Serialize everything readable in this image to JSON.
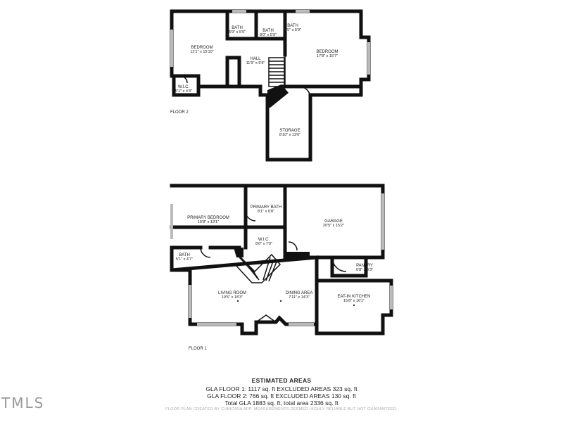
{
  "floors": [
    {
      "label": "FLOOR 2",
      "rooms": [
        {
          "name": "BATH",
          "dim": "5'9\" x 5'9\""
        },
        {
          "name": "BATH",
          "dim": "8'0\" x 5'9\""
        },
        {
          "name": "BATH",
          "dim": "8'5\" x 5'9\""
        },
        {
          "name": "BEDROOM",
          "dim": "12'1\" x 15'10\""
        },
        {
          "name": "HALL",
          "dim": "11'9\" x 9'9\""
        },
        {
          "name": "BEDROOM",
          "dim": "17'8\" x 15'7\""
        },
        {
          "name": "W.I.C.",
          "dim": "5'1\" x 4'4\""
        },
        {
          "name": "STORAGE",
          "dim": "8'10\" x 13'6\""
        }
      ]
    },
    {
      "label": "FLOOR 1",
      "rooms": [
        {
          "name": "PRIMARY BEDROOM",
          "dim": "15'8\" x 13'1\""
        },
        {
          "name": "PRIMARY BATH",
          "dim": "8'1\" x 6'8\""
        },
        {
          "name": "GARAGE",
          "dim": "20'5\" x 15'2\""
        },
        {
          "name": "W.I.C.",
          "dim": "8'0\" x 7'0\""
        },
        {
          "name": "BATH",
          "dim": "5'1\" x 4'7\""
        },
        {
          "name": "PANTRY",
          "dim": "6'8\" x 3'3\""
        },
        {
          "name": "LIVING ROOM",
          "dim": "19'5\" x 18'3\""
        },
        {
          "name": "DINING AREA",
          "dim": "7'11\" x 14'3\""
        },
        {
          "name": "EAT-IN KITCHEN",
          "dim": "15'8\" x 16'1\""
        }
      ]
    }
  ],
  "areas": {
    "title": "ESTIMATED AREAS",
    "lines": [
      "GLA FLOOR 1: 1117 sq. ft EXCLUDED AREAS 323 sq. ft",
      "GLA FLOOR 2: 766 sq. ft EXCLUDED AREAS 130 sq. ft",
      "Total GLA 1883 sq. ft, total area 2336 sq. ft"
    ]
  },
  "footer": "FLOOR PLAN CREATED BY CUBICASA APP. MEASUREMENTS DEEMED HIGHLY RELIABLE BUT NOT GUARANTEED.",
  "brand": "TMLS"
}
